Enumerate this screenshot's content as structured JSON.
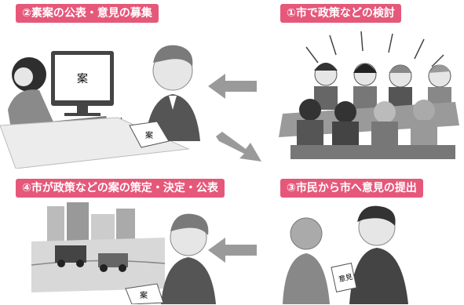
{
  "steps": [
    {
      "label": "②素案の公表・意見の募集"
    },
    {
      "label": "①市で政策などの検討"
    },
    {
      "label": "④市が政策などの案の策定・決定・公表"
    },
    {
      "label": "③市民から市へ意見の提出"
    }
  ],
  "illustrations": {
    "monitor_text": "案",
    "document_text": "案",
    "opinion_card_text": "意見",
    "final_document_text": "案"
  },
  "colors": {
    "label_bg": "#e5587a",
    "arrow": "#9a9a9a",
    "figure_dark": "#3a3a3a",
    "figure_mid": "#8a8a8a",
    "figure_light": "#d8d8d8"
  }
}
